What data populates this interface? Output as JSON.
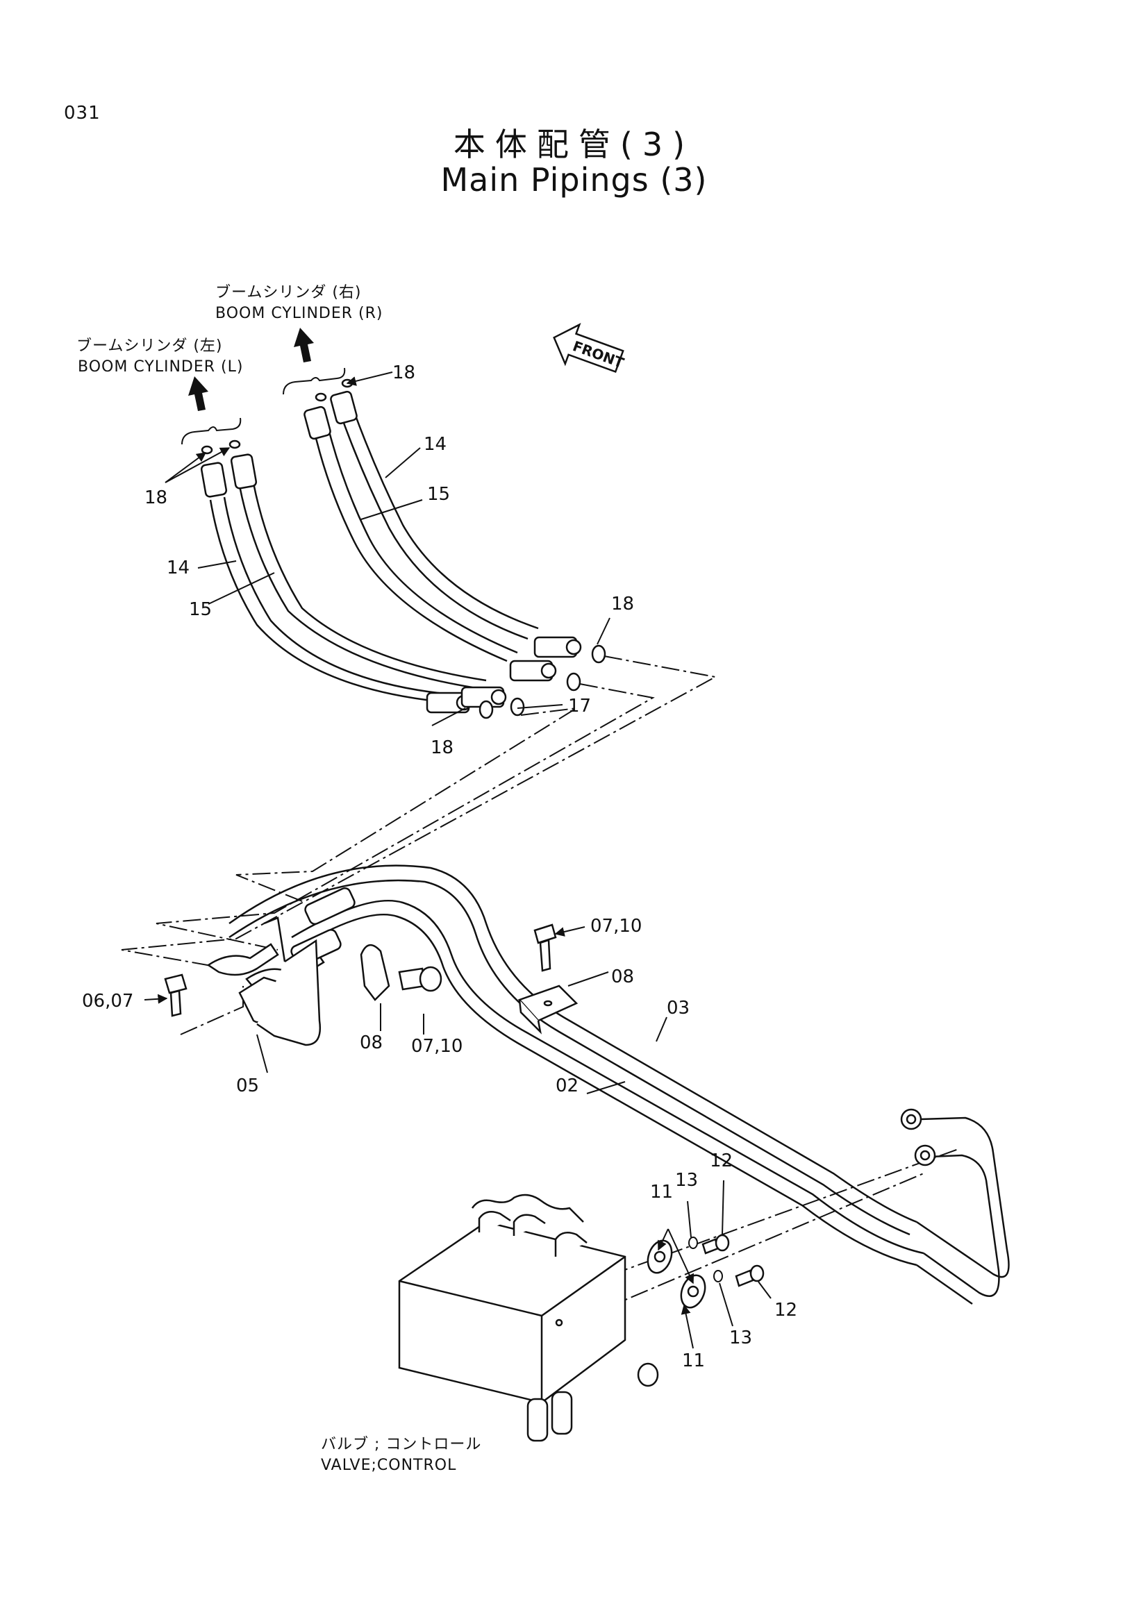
{
  "page_number": "031",
  "title_jp": "本体配管(3)",
  "title_en": "Main Pipings (3)",
  "front_label": "FRONT",
  "components": {
    "boom_cyl_r_jp": "ブームシリンダ (右)",
    "boom_cyl_r_en": "BOOM  CYLINDER (R)",
    "boom_cyl_l_jp": "ブームシリンダ (左)",
    "boom_cyl_l_en": "BOOM  CYLINDER (L)",
    "valve_jp": "バルブ ; コントロール",
    "valve_en": "VALVE;CONTROL"
  },
  "callouts": {
    "c18_top": "18",
    "c18_left": "18",
    "c14_right": "14",
    "c15_right": "15",
    "c14_left": "14",
    "c15_left": "15",
    "c18_mid": "18",
    "c17": "17",
    "c18_bottom": "18",
    "c0710_top": "07,10",
    "c08_right": "08",
    "c0607": "06,07",
    "c03": "03",
    "c08_left": "08",
    "c0710_bottom": "07,10",
    "c05": "05",
    "c02": "02",
    "c13_upper": "13",
    "c12_upper": "12",
    "c11_upper": "11",
    "c12_lower": "12",
    "c13_lower": "13",
    "c11_lower": "11"
  }
}
